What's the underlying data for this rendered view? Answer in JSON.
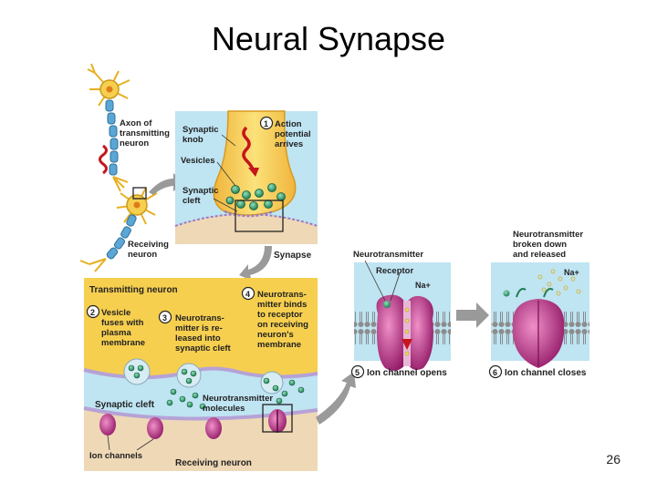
{
  "slide": {
    "title": "Neural Synapse",
    "page_number": "26"
  },
  "neurons": {
    "axon_label": [
      "Axon of",
      "transmitting",
      "neuron"
    ],
    "receiving_label": [
      "Receiving",
      "neuron"
    ]
  },
  "synapse_panel": {
    "knob_label": [
      "Synaptic",
      "knob"
    ],
    "vesicles_label": "Vesicles",
    "cleft_label": [
      "Synaptic",
      "cleft"
    ],
    "step1": [
      "Action",
      "potential",
      "arrives"
    ],
    "caption": "Synapse"
  },
  "detail_panel": {
    "transmitting_neuron": "Transmitting neuron",
    "step2": [
      "Vesicle",
      "fuses with",
      "plasma",
      "membrane"
    ],
    "step3": [
      "Neurotrans-",
      "mitter is re-",
      "leased into",
      "synaptic cleft"
    ],
    "step4": [
      "Neurotrans-",
      "mitter binds",
      "to receptor",
      "on receiving",
      "neuron's",
      "membrane"
    ],
    "cleft": "Synaptic cleft",
    "nt_molecules": [
      "Neurotransmitter",
      "molecules"
    ],
    "ion_channels": "Ion channels",
    "receiving_neuron": "Receiving neuron"
  },
  "channel_open": {
    "neurotransmitter": "Neurotransmitter",
    "receptor": "Receptor",
    "ion": "Na+",
    "step5": "Ion channel opens"
  },
  "channel_closed": {
    "label": [
      "Neurotransmitter",
      "broken down",
      "and released"
    ],
    "ion": "Na+",
    "step6": "Ion channel closes"
  },
  "colors": {
    "panel_blue": "#bfe4f2",
    "membrane_yellow": "#f6cf4f",
    "receiving_beige": "#efd8b6",
    "vesicle_green": "#2e9e6f",
    "channel_purple": "#b2267e",
    "action_red": "#c4161c",
    "arrow_gray": "#9a9a9a"
  }
}
